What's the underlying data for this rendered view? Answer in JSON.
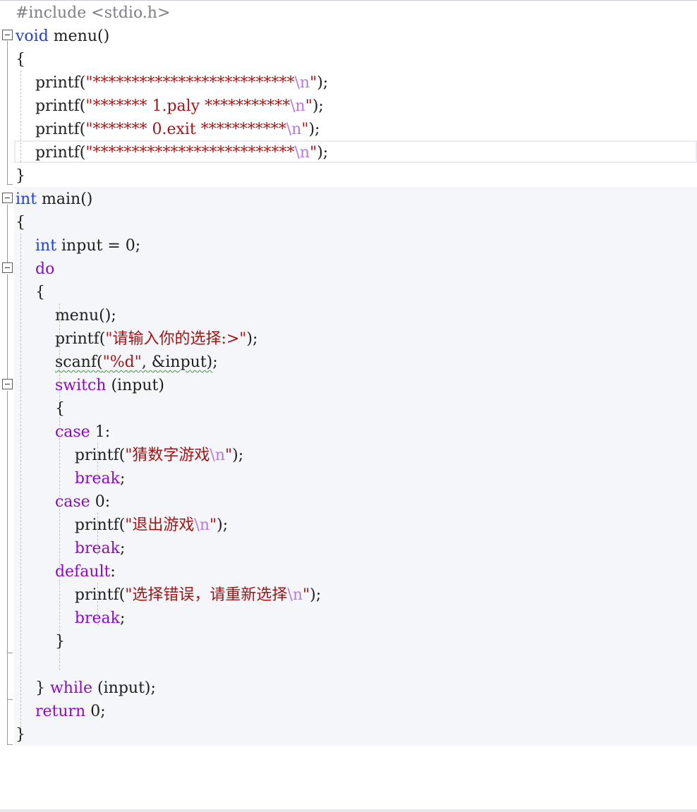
{
  "editor": {
    "lines": [
      {
        "segments": [
          {
            "t": "#include <stdio.h>",
            "c": "pp"
          }
        ]
      },
      {
        "segments": [
          {
            "t": "void",
            "c": "kw"
          },
          {
            "t": " menu()"
          }
        ]
      },
      {
        "segments": [
          {
            "t": "{"
          }
        ]
      },
      {
        "segments": [
          {
            "t": "    printf("
          },
          {
            "t": "\"**************************",
            "c": "str"
          },
          {
            "t": "\\n",
            "c": "esc"
          },
          {
            "t": "\"",
            "c": "str"
          },
          {
            "t": ");"
          }
        ]
      },
      {
        "segments": [
          {
            "t": "    printf("
          },
          {
            "t": "\"******* 1.paly ***********",
            "c": "str"
          },
          {
            "t": "\\n",
            "c": "esc"
          },
          {
            "t": "\"",
            "c": "str"
          },
          {
            "t": ");"
          }
        ]
      },
      {
        "segments": [
          {
            "t": "    printf("
          },
          {
            "t": "\"******* 0.exit ***********",
            "c": "str"
          },
          {
            "t": "\\n",
            "c": "esc"
          },
          {
            "t": "\"",
            "c": "str"
          },
          {
            "t": ");"
          }
        ]
      },
      {
        "segments": [
          {
            "t": "    printf("
          },
          {
            "t": "\"**************************",
            "c": "str"
          },
          {
            "t": "\\n",
            "c": "esc"
          },
          {
            "t": "\"",
            "c": "str"
          },
          {
            "t": ");"
          }
        ]
      },
      {
        "segments": [
          {
            "t": "}"
          }
        ]
      },
      {
        "segments": [
          {
            "t": "int",
            "c": "kw"
          },
          {
            "t": " main()"
          }
        ]
      },
      {
        "segments": [
          {
            "t": "{"
          }
        ]
      },
      {
        "segments": [
          {
            "t": "    "
          },
          {
            "t": "int",
            "c": "kw"
          },
          {
            "t": " input = 0;"
          }
        ]
      },
      {
        "segments": [
          {
            "t": "    "
          },
          {
            "t": "do",
            "c": "ctl"
          }
        ]
      },
      {
        "segments": [
          {
            "t": "    {"
          }
        ]
      },
      {
        "segments": [
          {
            "t": "        menu();"
          }
        ]
      },
      {
        "segments": [
          {
            "t": "        printf("
          },
          {
            "t": "\"请输入你的选择:>\"",
            "c": "str"
          },
          {
            "t": ");"
          }
        ]
      },
      {
        "segments": [
          {
            "t": "        "
          },
          {
            "t": "scanf(",
            "c": "squiggle"
          },
          {
            "t": "\"%d\"",
            "c": "str squiggle"
          },
          {
            "t": ", &input)",
            "c": "squiggle"
          },
          {
            "t": ";"
          }
        ]
      },
      {
        "segments": [
          {
            "t": "        "
          },
          {
            "t": "switch",
            "c": "ctl"
          },
          {
            "t": " (input)"
          }
        ]
      },
      {
        "segments": [
          {
            "t": "        {"
          }
        ]
      },
      {
        "segments": [
          {
            "t": "        "
          },
          {
            "t": "case",
            "c": "ctl"
          },
          {
            "t": " 1:"
          }
        ]
      },
      {
        "segments": [
          {
            "t": "            printf("
          },
          {
            "t": "\"猜数字游戏",
            "c": "str"
          },
          {
            "t": "\\n",
            "c": "esc"
          },
          {
            "t": "\"",
            "c": "str"
          },
          {
            "t": ");"
          }
        ]
      },
      {
        "segments": [
          {
            "t": "            "
          },
          {
            "t": "break",
            "c": "ctl"
          },
          {
            "t": ";"
          }
        ]
      },
      {
        "segments": [
          {
            "t": "        "
          },
          {
            "t": "case",
            "c": "ctl"
          },
          {
            "t": " 0:"
          }
        ]
      },
      {
        "segments": [
          {
            "t": "            printf("
          },
          {
            "t": "\"退出游戏",
            "c": "str"
          },
          {
            "t": "\\n",
            "c": "esc"
          },
          {
            "t": "\"",
            "c": "str"
          },
          {
            "t": ");"
          }
        ]
      },
      {
        "segments": [
          {
            "t": "            "
          },
          {
            "t": "break",
            "c": "ctl"
          },
          {
            "t": ";"
          }
        ]
      },
      {
        "segments": [
          {
            "t": "        "
          },
          {
            "t": "default",
            "c": "ctl"
          },
          {
            "t": ":"
          }
        ]
      },
      {
        "segments": [
          {
            "t": "            printf("
          },
          {
            "t": "\"选择错误，请重新选择",
            "c": "str"
          },
          {
            "t": "\\n",
            "c": "esc"
          },
          {
            "t": "\"",
            "c": "str"
          },
          {
            "t": ");"
          }
        ]
      },
      {
        "segments": [
          {
            "t": "            "
          },
          {
            "t": "break",
            "c": "ctl"
          },
          {
            "t": ";"
          }
        ]
      },
      {
        "segments": [
          {
            "t": "        }"
          }
        ]
      },
      {
        "segments": [
          {
            "t": ""
          }
        ]
      },
      {
        "segments": [
          {
            "t": "    } "
          },
          {
            "t": "while",
            "c": "ctl"
          },
          {
            "t": " (input);"
          }
        ]
      },
      {
        "segments": [
          {
            "t": "    "
          },
          {
            "t": "return",
            "c": "ctl"
          },
          {
            "t": " 0;"
          }
        ]
      },
      {
        "segments": [
          {
            "t": "}"
          }
        ]
      }
    ]
  }
}
